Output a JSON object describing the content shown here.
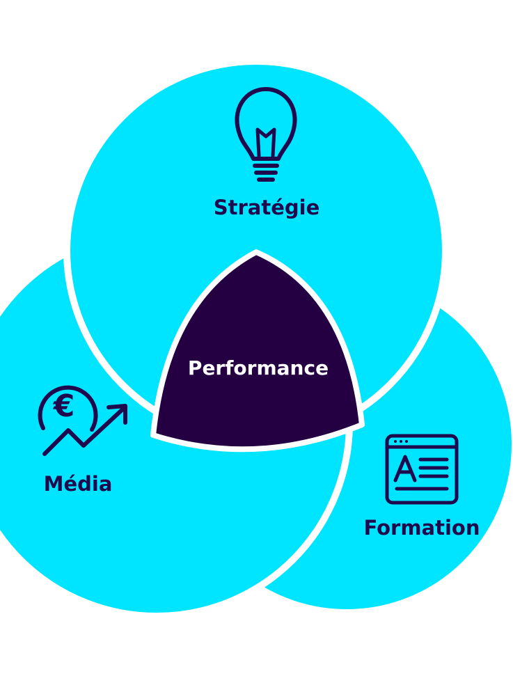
{
  "colors": {
    "circle_fill": "#00E5FF",
    "circle_outline": "#ffffff",
    "center_fill": "#240042",
    "label_color": "#1F0A4D",
    "center_text_color": "#ffffff",
    "icon_color": "#1F0A4D"
  },
  "circles": [
    {
      "key": "strategie",
      "label": "Stratégie",
      "icon": "lightbulb-icon"
    },
    {
      "key": "media",
      "label": "Média",
      "icon": "euro-growth-icon"
    },
    {
      "key": "formation",
      "label": "Formation",
      "icon": "document-window-icon"
    }
  ],
  "center": {
    "label": "Performance"
  }
}
